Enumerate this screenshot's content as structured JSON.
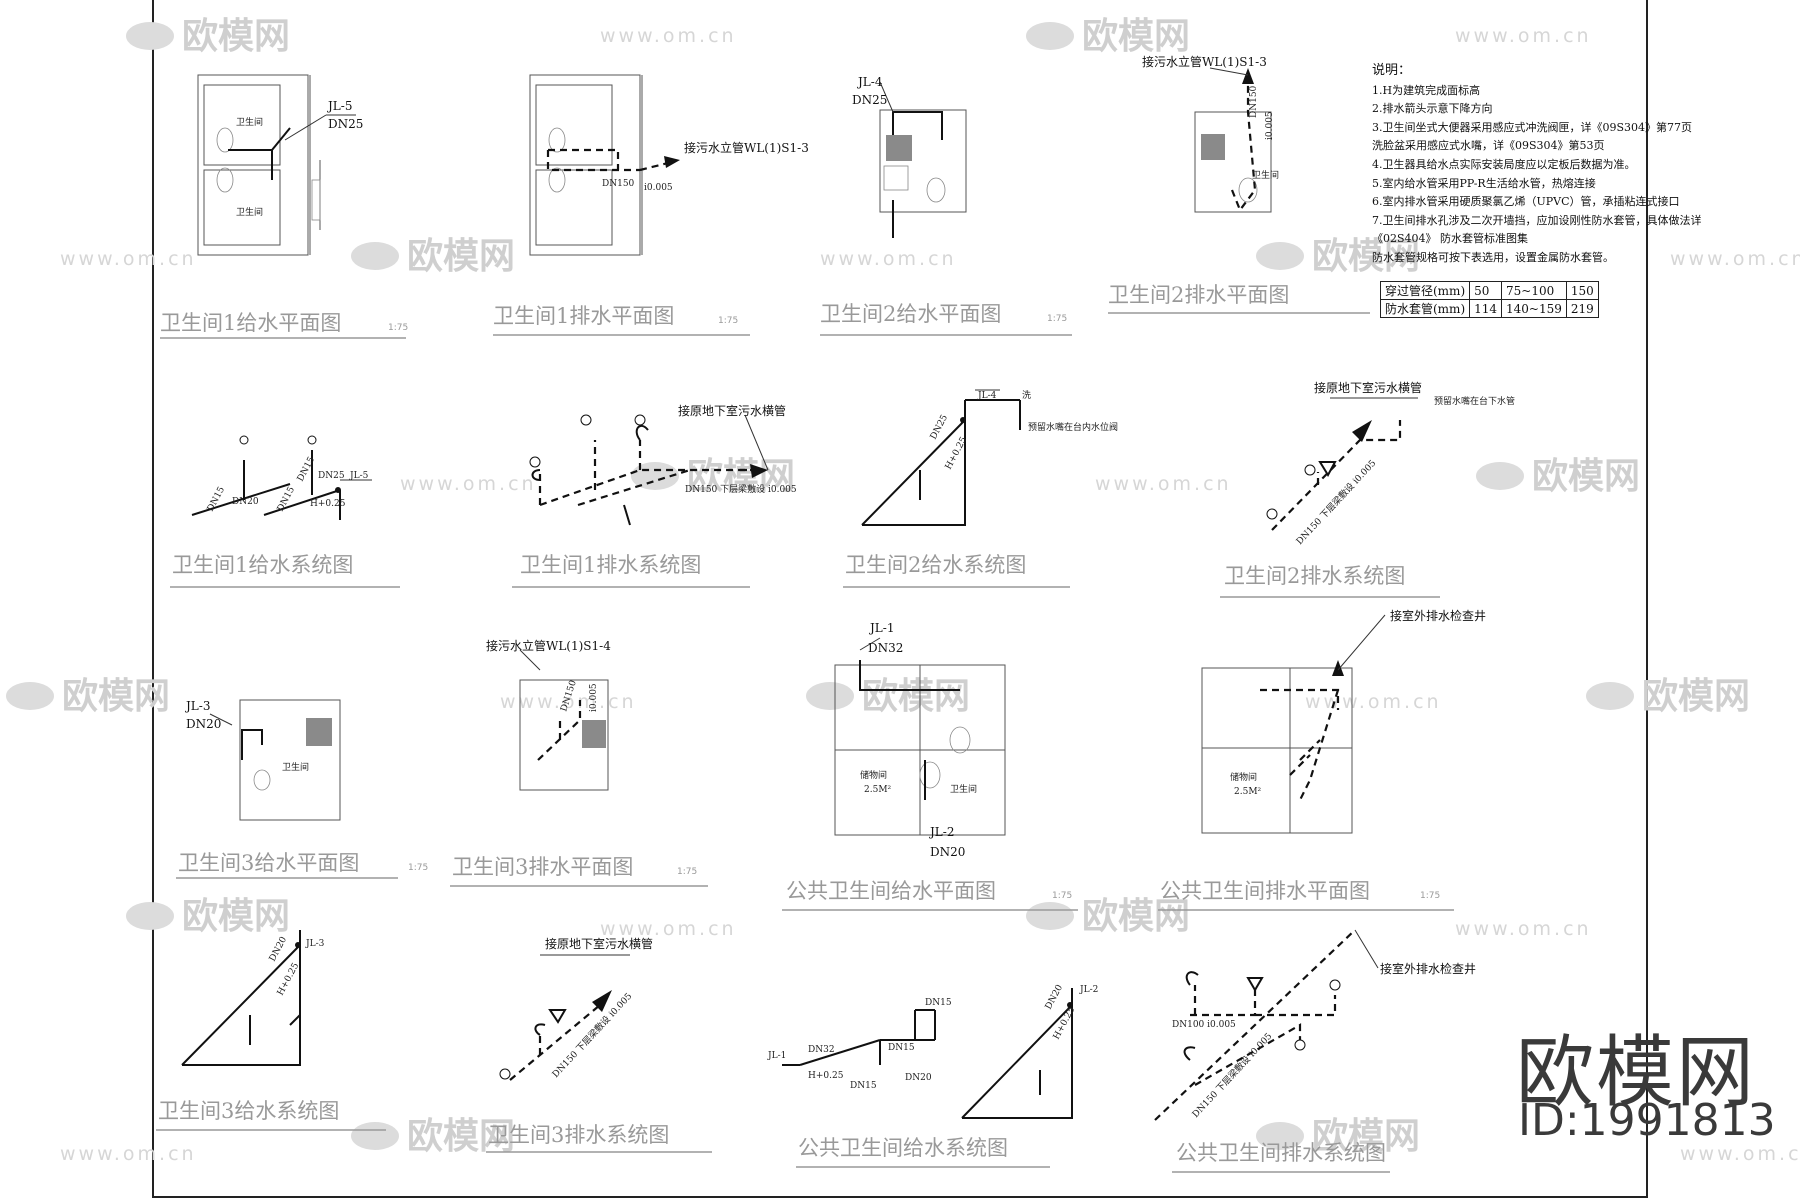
{
  "watermark": {
    "logo_text": "欧模网",
    "url_text": "www.om.cn"
  },
  "brand": {
    "name": "欧模网",
    "id": "ID:1991813"
  },
  "scale_labels": [
    "1:75"
  ],
  "drawings": [
    {
      "id": "wc1-supply-plan",
      "caption": "卫生间1给水平面图",
      "scale": "1:75",
      "labels": [
        "JL-5",
        "DN25",
        "卫生间",
        "卫生间"
      ]
    },
    {
      "id": "wc1-drain-plan",
      "caption": "卫生间1排水平面图",
      "scale": "1:75",
      "labels": [
        "接污水立管WL(1)S1-3",
        "DN150",
        "i0.005"
      ]
    },
    {
      "id": "wc2-supply-plan",
      "caption": "卫生间2给水平面图",
      "scale": "1:75",
      "labels": [
        "JL-4",
        "DN25"
      ]
    },
    {
      "id": "wc2-drain-plan",
      "caption": "卫生间2排水平面图",
      "scale": "",
      "labels": [
        "接污水立管WL(1)S1-3",
        "DN150",
        "i0.005",
        "卫生间"
      ]
    },
    {
      "id": "wc1-supply-system",
      "caption": "卫生间1给水系统图",
      "scale": "",
      "labels": [
        "JL-5",
        "DN25",
        "DN20",
        "DN15",
        "DN15",
        "DN15",
        "H+0.25"
      ]
    },
    {
      "id": "wc1-drain-system",
      "caption": "卫生间1排水系统图",
      "scale": "",
      "labels": [
        "接原地下室污水横管",
        "DN150 下层梁敷设 i0.005"
      ]
    },
    {
      "id": "wc2-supply-system",
      "caption": "卫生间2给水系统图",
      "scale": "",
      "labels": [
        "JL-4",
        "DN25",
        "H+0.25",
        "洗",
        "预留水嘴在台内水位阀"
      ]
    },
    {
      "id": "wc2-drain-system",
      "caption": "卫生间2排水系统图",
      "scale": "",
      "labels": [
        "接原地下室污水横管",
        "DN150 下层梁敷设 i0.005",
        "预留水嘴在台下水管"
      ]
    },
    {
      "id": "wc3-supply-plan",
      "caption": "卫生间3给水平面图",
      "scale": "1:75",
      "labels": [
        "JL-3",
        "DN20",
        "卫生间"
      ]
    },
    {
      "id": "wc3-drain-plan",
      "caption": "卫生间3排水平面图",
      "scale": "1:75",
      "labels": [
        "接污水立管WL(1)S1-4",
        "DN150",
        "i0.005"
      ]
    },
    {
      "id": "public-supply-plan",
      "caption": "公共卫生间给水平面图",
      "scale": "1:75",
      "labels": [
        "JL-1",
        "DN32",
        "JL-2",
        "DN20",
        "储物间",
        "2.5M²",
        "卫生间"
      ]
    },
    {
      "id": "public-drain-plan",
      "caption": "公共卫生间排水平面图",
      "scale": "1:75",
      "labels": [
        "接室外排水检查井",
        "储物间",
        "2.5M²"
      ]
    },
    {
      "id": "wc3-supply-system",
      "caption": "卫生间3给水系统图",
      "scale": "",
      "labels": [
        "JL-3",
        "DN20",
        "H+0.25"
      ]
    },
    {
      "id": "wc3-drain-system",
      "caption": "卫生间3排水系统图",
      "scale": "",
      "labels": [
        "接原地下室污水横管",
        "DN150 下层梁敷设 i0.005"
      ]
    },
    {
      "id": "public-supply-system",
      "caption": "公共卫生间给水系统图",
      "scale": "",
      "labels": [
        "JL-1",
        "DN32",
        "H+0.25",
        "DN15",
        "DN15",
        "DN15",
        "DN20",
        "DN20",
        "JL-2",
        "H+0.25"
      ]
    },
    {
      "id": "public-drain-system",
      "caption": "公共卫生间排水系统图",
      "scale": "",
      "labels": [
        "接室外排水检查井",
        "DN100 i0.005",
        "DN150 下层梁敷设 i0.005"
      ]
    }
  ],
  "notes": {
    "title": "说明：",
    "items": [
      "1.H为建筑完成面标高",
      "2.排水箭头示意下降方向",
      "3.卫生间坐式大便器采用感应式冲洗阀匣，详《09S304》第77页",
      "   洗脸盆采用感应式水嘴，详《09S304》第53页",
      "4.卫生器具给水点实际安装局度应以定板后数据为准。",
      "5.室内给水管采用PP-R生活给水管，热熔连接",
      "6.室内排水管采用硬质聚氯乙烯（UPVC）管，承插粘连式接口",
      "7.卫生间排水孔涉及二次开墙挡，应加设刚性防水套管，具体做法详",
      "  《02S404》 防水套管标准图集",
      "  防水套管规格可按下表选用，设置金属防水套管。"
    ],
    "table": {
      "rows": [
        {
          "label": "穿过管径(mm)",
          "values": [
            "50",
            "75~100",
            "150"
          ]
        },
        {
          "label": "防水套管(mm)",
          "values": [
            "114",
            "140~159",
            "219"
          ]
        }
      ]
    }
  }
}
